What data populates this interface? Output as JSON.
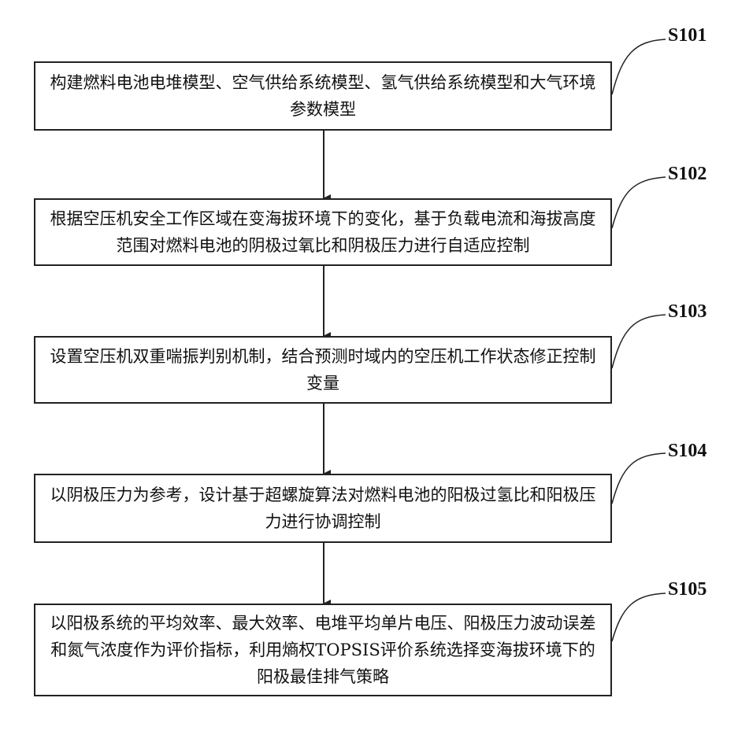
{
  "steps": [
    {
      "id": "S101",
      "text": "构建燃料电池电堆模型、空气供给系统模型、氢气供给系统模型和大气环境参数模型"
    },
    {
      "id": "S102",
      "text": "根据空压机安全工作区域在变海拔环境下的变化，基于负载电流和海拔高度范围对燃料电池的阴极过氧比和阴极压力进行自适应控制"
    },
    {
      "id": "S103",
      "text": "设置空压机双重喘振判别机制，结合预测时域内的空压机工作状态修正控制变量"
    },
    {
      "id": "S104",
      "text": "以阴极压力为参考，设计基于超螺旋算法对燃料电池的阳极过氢比和阳极压力进行协调控制"
    },
    {
      "id": "S105",
      "text": "以阳极系统的平均效率、最大效率、电堆平均单片电压、阳极压力波动误差和氮气浓度作为评价指标，利用熵权TOPSIS评价系统选择变海拔环境下的阳极最佳排气策略"
    }
  ]
}
